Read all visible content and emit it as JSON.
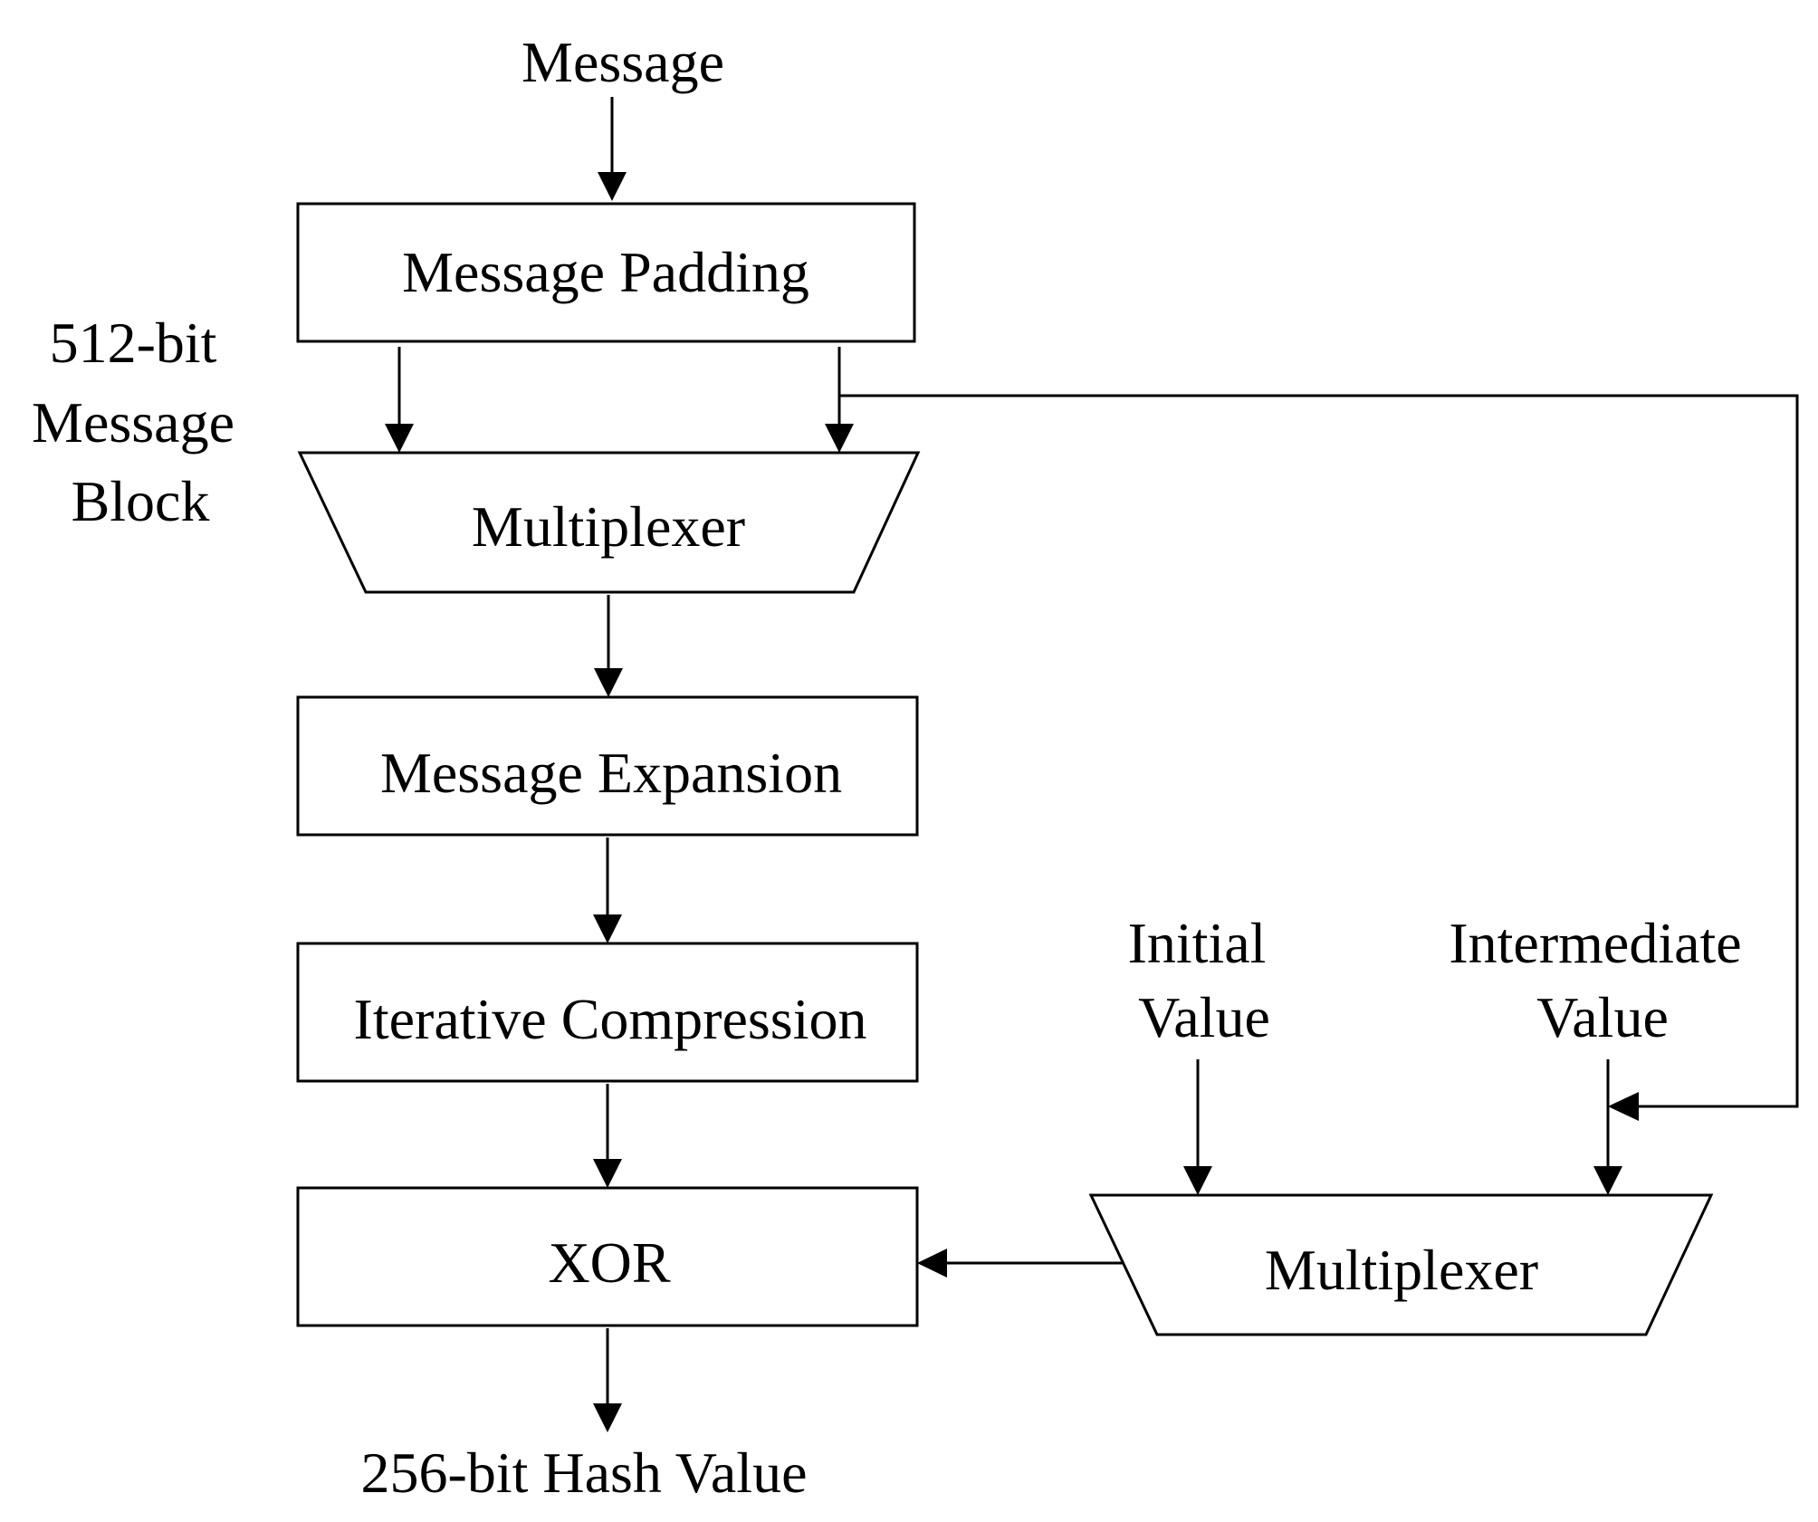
{
  "diagram": {
    "input_label": "Message",
    "block_label": [
      "512-bit",
      "Message",
      "Block"
    ],
    "nodes": {
      "padding": "Message Padding",
      "mux_top": "Multiplexer",
      "expansion": "Message Expansion",
      "compression": "Iterative Compression",
      "xor": "XOR",
      "mux_bottom": "Multiplexer"
    },
    "initial_value": [
      "Initial",
      "Value"
    ],
    "intermediate_value": [
      "Intermediate",
      "Value"
    ],
    "output_label": "256-bit Hash Value"
  }
}
